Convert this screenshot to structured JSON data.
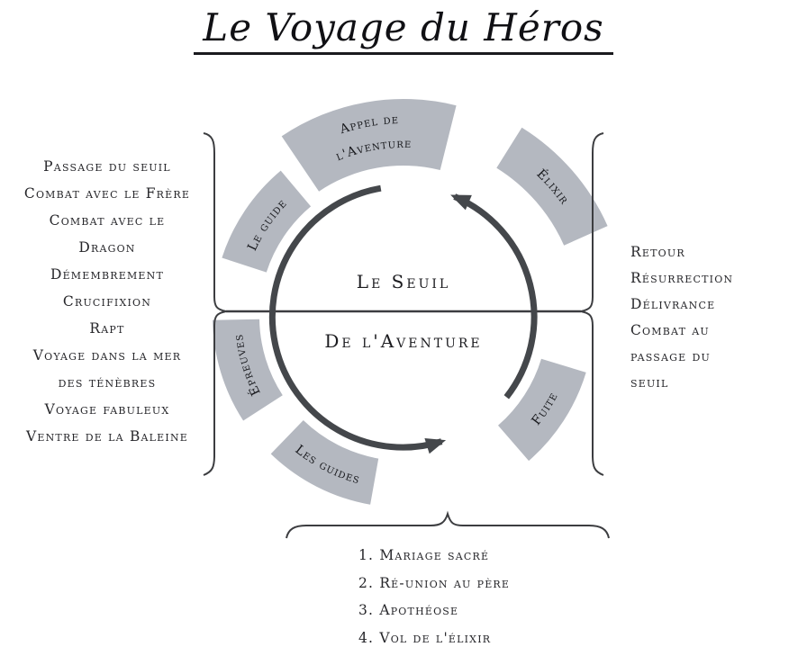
{
  "title": "Le Voyage du Héros",
  "center": {
    "line1": "Le Seuil",
    "line2": "De l'Aventure"
  },
  "cycle_labels": {
    "appel_line1": "Appel de",
    "appel_line2": "l'Aventure",
    "elixir": "Élixir",
    "le_guide": "Le guide",
    "epreuves": "Épreuves",
    "les_guides": "Les guides",
    "fuite": "Fuite"
  },
  "left_list": {
    "lines": [
      "Passage du seuil",
      "Combat avec le Frère",
      "Combat avec le",
      "Dragon",
      "Démembrement",
      "Crucifixion",
      "Rapt",
      "Voyage dans la mer",
      "des ténèbres",
      "Voyage fabuleux",
      "Ventre de la Baleine"
    ]
  },
  "right_list": {
    "lines": [
      "Retour",
      "Résurrection",
      "Délivrance",
      "Combat au",
      "passage du",
      "seuil"
    ]
  },
  "bottom_list": {
    "lines": [
      "1. Mariage sacré",
      "2. Ré-union au père",
      "3. Apothéose",
      "4. Vol de l'élixir"
    ]
  },
  "colors": {
    "band_gray": "#b4b8c0",
    "arrow_gray": "#44474b",
    "ink": "#26262a"
  }
}
